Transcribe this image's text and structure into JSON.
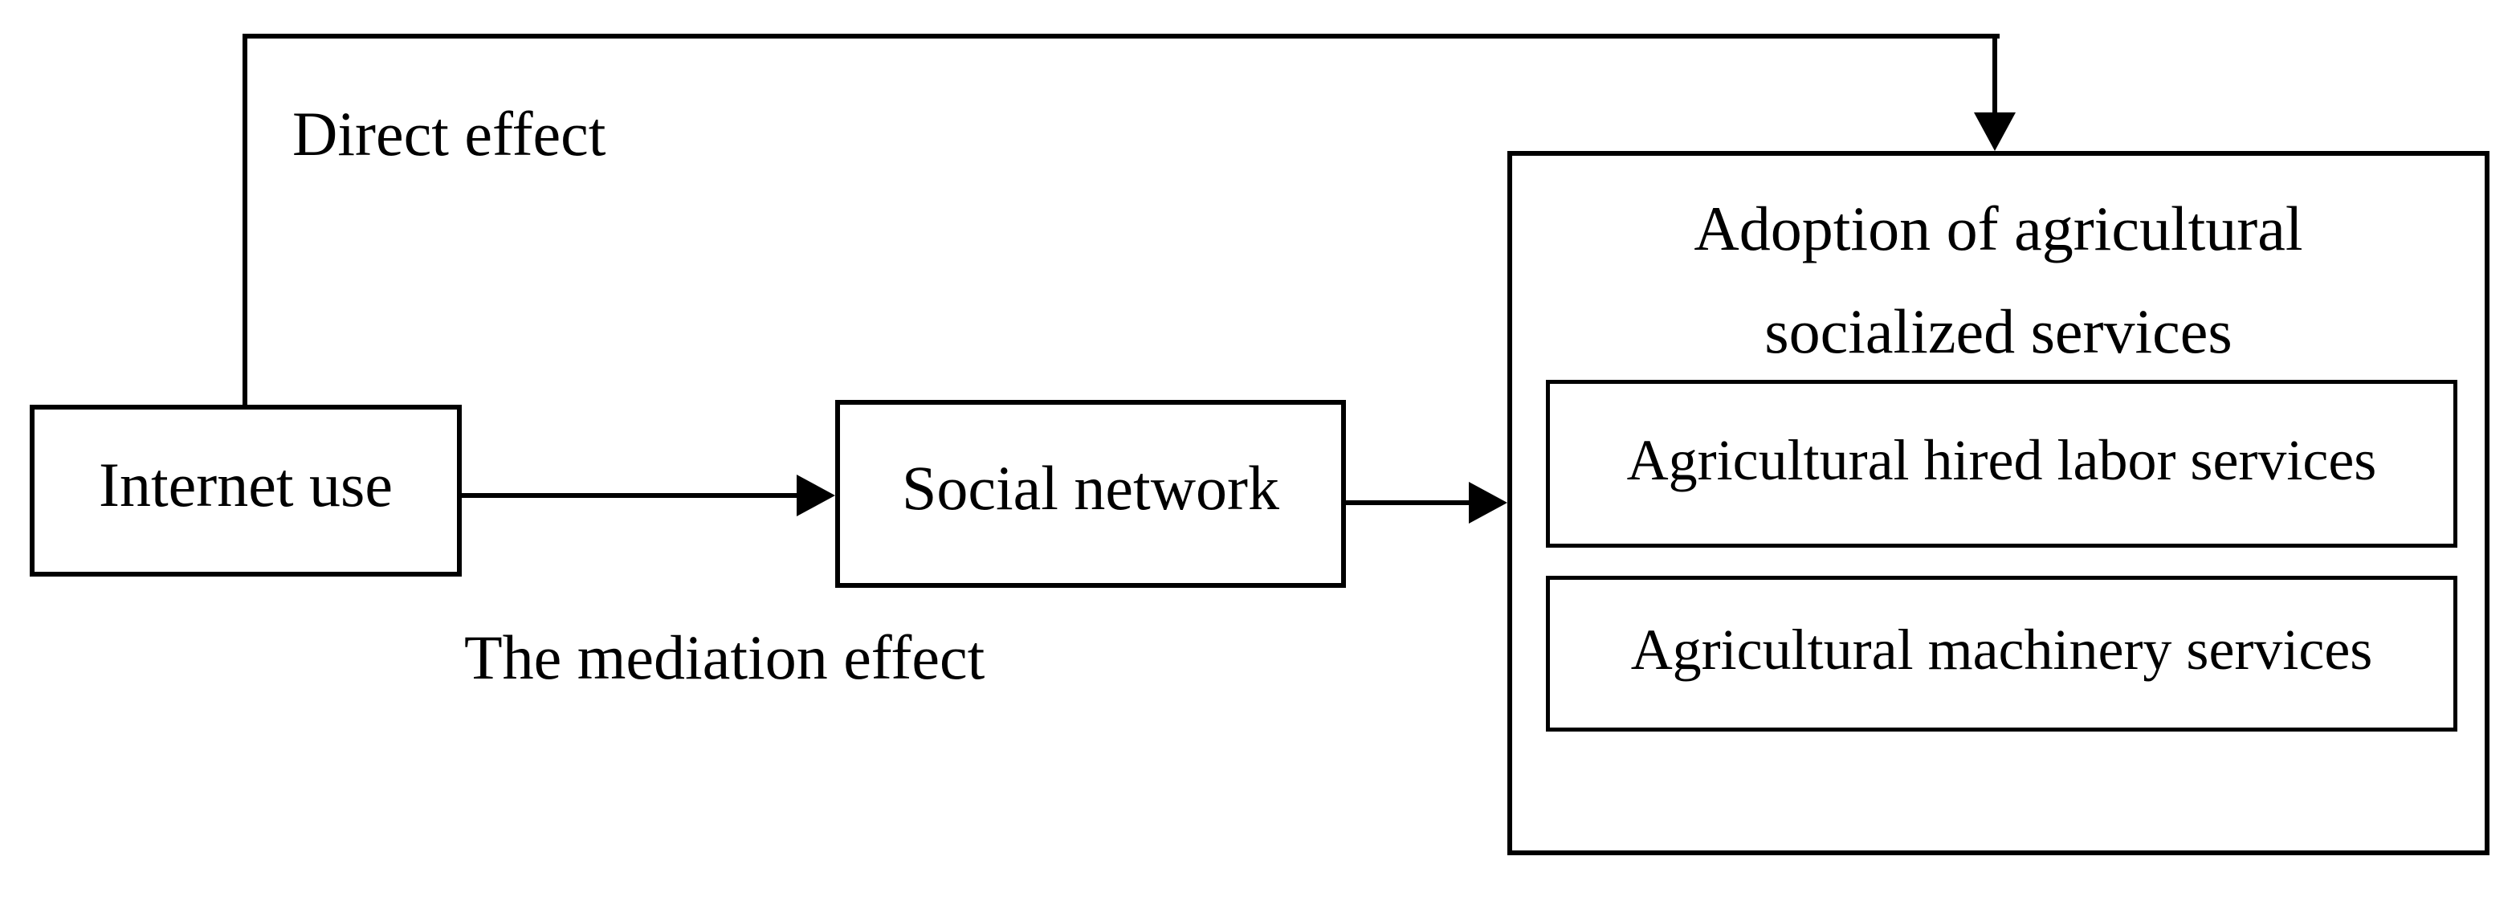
{
  "colors": {
    "line": "#000000",
    "text": "#000000",
    "background": "#ffffff"
  },
  "nodes": {
    "internet_use": {
      "label": "Internet use"
    },
    "social_network": {
      "label": "Social network"
    },
    "adoption": {
      "title_line1": "Adoption of agricultural",
      "title_line2": "socialized services",
      "children": [
        {
          "label": "Agricultural hired labor services"
        },
        {
          "label": "Agricultural machinery services"
        }
      ]
    }
  },
  "labels": {
    "direct_effect": "Direct effect",
    "mediation_effect": "The mediation effect"
  }
}
